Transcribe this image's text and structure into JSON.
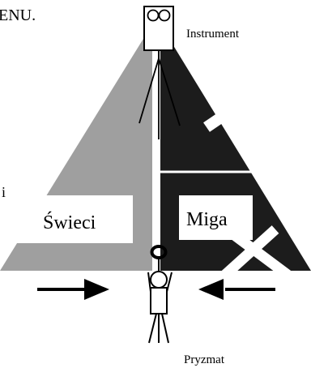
{
  "colors": {
    "left_beam": "#9f9f9f",
    "right_beam": "#1c1c1c",
    "label_box": "#ffffff",
    "outline": "#000000"
  },
  "labels": {
    "top_left_fragment": "ENU.",
    "left_fragment": "i",
    "instrument": "Instrument",
    "left_beam": "Świeci",
    "right_beam": "Miga",
    "prism": "Pryzmat"
  }
}
